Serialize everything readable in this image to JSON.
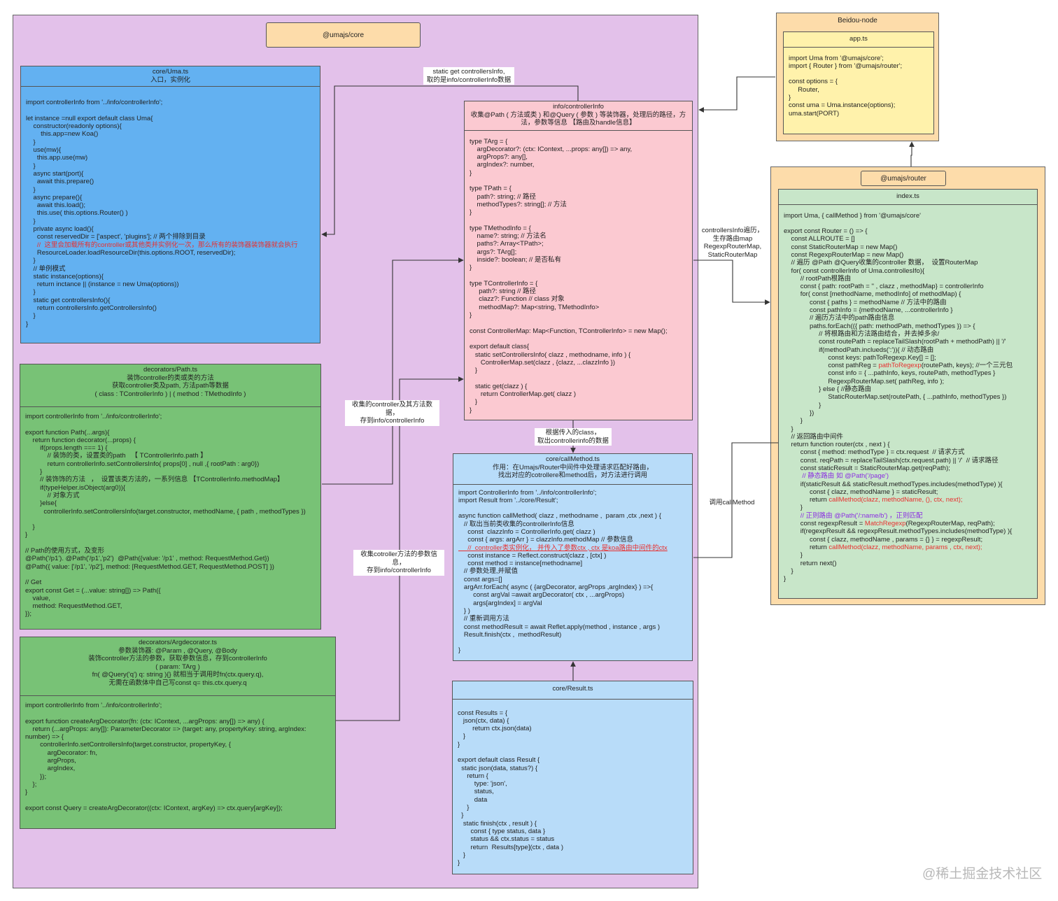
{
  "core": {
    "region_title": "@umajs/core",
    "uma": {
      "title": "core/Uma.ts\n入口，实例化",
      "code_a": "\nimport controllerInfo from '../info/controllerInfo';\n\nlet instance =null export default class Uma{\n    constructor(readonly options){\n        this.app=new Koa()\n    }\n    use(mw){\n      this.app.use(mw)\n    }\n    async start(port){\n      await this.prepare()\n    }\n    async prepare(){\n      await this.load();\n      this.use( this.options.Router() )\n    }\n    private async load(){\n      const reservedDir = ['aspect', 'plugins']; // 两个排除到目录",
      "code_red": "      //  这里会加载所有的controller或其他类并实例化一次，那么所有的装饰器装饰器就会执行",
      "code_b": "      ResourceLoader.loadResourceDir(this.options.ROOT, reservedDir);\n    }\n    // 单例模式\n    static instance(options){\n      return inctance || (instance = new Uma(options))\n    }\n    static get controllersInfo(){\n      return controllersInfo.getControllersInfo()\n    }\n}"
    },
    "path": {
      "title": "decorators/Path.ts\n装饰controller的类或类的方法\n获取controller类及path, 方法path等数据\n( class : TControllerInfo ) | ( method : TMethodInfo )",
      "code": "import controllerInfo from '../info/controllerInfo';\n\nexport function Path(...args){\n    return function decorator(...props) {\n        if(props.length === 1) {\n            // 装饰的类，设置类的path   【 TControllerInfo.path 】\n            return controllerInfo.setControllersInfo( props[0] , null ,{ rootPath : arg0})\n        }\n        // 装饰饰的方法   ，  设置该类方法的，一系列信息 【TControllerInfo.methodMap】\n        if(typeHelper.isObject(arg0)){\n            // 对象方式\n        }else{\n          controllerInfo.setControllersInfo(target.constructor, methodName, { path , methodTypes })\n\n    }\n}\n\n// Path的使用方式，及变形\n@Path('/p1'). @Path('/p1','p2')  @Path({value: '/p1' , method: RequestMethod.Get})\n@Path({ value: ['/p1', '/p2'], method: [RequestMethod.GET, RequestMethod.POST] })\n\n// Get\nexport const Get = (...value: string[]) => Path({\n    value,\n    method: RequestMethod.GET,\n});"
    },
    "argdecorator": {
      "title": "decorators/Argdecorator.ts\n参数装饰器: @Param , @Query, @Body\n装饰controller方法的参数，获取参数信息，存到controllerInfo\n( param: TArg )\nfn( @Query('q') q: string  ){}  就相当于调用时fn(ctx.query.q),\n无需在函数体中自己写const q= this.ctx.query.q",
      "code": "import controllerInfo from '../info/controllerInfo';\n\nexport function createArgDecorator(fn: (ctx: IContext, ...argProps: any[]) => any) {\n    return (...argProps: any[]): ParameterDecorator => (target: any, propertyKey: string, argIndex:\nnumber) => {\n        controllerInfo.setControllersInfo(target.constructor, propertyKey, {\n            argDecorator: fn,\n            argProps,\n            argIndex,\n        });\n    };\n}\n\nexport const Query = createArgDecorator((ctx: IContext, argKey) => ctx.query[argKey]);"
    },
    "controllerinfo": {
      "title": "info/controllerInfo\n收集@Path ( 方法或类 ) 和@Query ( 参数 ) 等装饰器，处理后的路径，方\n法，参数等信息 【路由及handle信息】",
      "code": "type TArg = {\n    argDecorator?: (ctx: IContext, ...props: any[]) => any,\n    argProps?: any[],\n    argIndex?: number,\n}\n\ntype TPath = {\n    path?: string; // 路径\n    methodTypes?: string[]; // 方法\n}\n\ntype TMethodInfo = {\n    name?: string; // 方法名\n    paths?: Array<TPath>;\n    args?: TArg[];\n    inside?: boolean; // 是否私有\n}\n\ntype TControllerInfo = {\n     path?: string // 路径\n     clazz?: Function // class 对象\n     methodMap?: Map<string, TMethodInfo>\n}\n\nconst ControllerMap: Map<Function, TControllerInfo> = new Map();\n\nexport default class{\n   static setControllersInfo( clazz , methodname, info ) {\n      ControllerMap.set(clazz , {clazz, ...clazzInfo })\n   }\n\n   static get(clazz ) {\n      return ControllerMap.get( clazz )\n   }\n}"
    },
    "callmethod": {
      "title": "core/callMethod.ts\n作用：在Umajs/Router中间件中处理请求匹配好路由，\n找出对应的cotrollere和method后，对方法进行调用",
      "code_a": "import ControllerInfo from '../info/controllerInfo';\nimport Result from '../core/Result';\n\nasync function callMethod( clazz , methodname ,  param ,ctx ,next ) {\n   // 取出当前类收集的controllerInfo信息\n     const  clazzInfo = ControllerInfo.get( clazz )\n     const { args: argArr } = clazzInfo.methodMap // 参数信息",
      "code_red": "     //  controller类实例化， 并传入了参数ctx , ctx 是koa路由中间件的ctx",
      "code_b": "     const instance = Reflect.construct(clazz , [ctx] )\n     const method = instance[methodname]\n   // 参数处理,并赋值\n   const args=[]\n   argArr.forEach( async ( {argDecorator, argProps ,argIndex} ) =>{\n        const argVal =await argDecorator( ctx , ...argProps)\n        args[argIndex] = argVal\n   } )\n   // 重新调用方法\n   const methodResult = await Reflet.apply(method , instance , args )\n   Result.finish(ctx ,  methodResult)\n\n}"
    },
    "result": {
      "title": "core/Result.ts",
      "code": "const Results = {\n   json(ctx, data) {\n        return ctx.json(data)\n   }\n}\n\nexport default class Result {\n  static json(data, status?) {\n     return {\n         type: 'json',\n         status,\n         data\n     }\n  }\n   static finish(ctx , result ) {\n       const { type status, data }\n       status && ctx.status = status\n       return  Results[type](ctx , data )\n   }\n}"
    }
  },
  "beidou": {
    "region_title": "Beidou-node",
    "app": {
      "title": "app.ts",
      "code": "import Uma from '@umajs/core';\nimport { Router } from '@umajs/router';\n\nconst options = {\n     Router,\n}\nconst uma = Uma.instance(options);\numa.start(PORT)"
    }
  },
  "router": {
    "region_title": "@umajs/router",
    "index": {
      "title": "index.ts",
      "line_import": "import Uma, { callMethod } from '@umajs/core'",
      "l1": "export const Router = () => {\n    const ALLROUTE = []\n    const StaticRouterMap = new Map()\n    const RegexpRouterMap = new Map()\n    // 遍历 @Path @Query收集的controller 数据，  设置RouterMap\n    for( const controllerInfo of Uma.controllesIfo){\n         // rootPath根路由\n         const { path: rootPath = '' , clazz , methodMap} = controllerInfo\n         for( const [methodName, methodInfo] of methodMap) {\n              const { paths } = methodName // 方法中的路由\n              const pathInfo = {methodName, ...controllerInfo }\n              // 遍历方法中的path路由信息\n              paths.forEach(({ path: methodPath, methodTypes }) => {\n                   // 将根路由和方法路由结合，并去掉多余/\n                   const routePath = replaceTailSlash(rootPath + methodPath) || '/'\n                   if(methodPath.inclueds(':')){ // 动态路由\n                        const keys: pathToRegexp.Key[] = [];",
      "l2a": "                        const pathReg = ",
      "l2red": "pathToRegexp",
      "l2b": "(routePath, keys); //一个三元包",
      "l3": "                        const info = { ...pathInfo, keys, routePath, methodTypes }\n                        RegexpRouterMap.set( pathReg, info );\n                   } else { //静态路由\n                        StaticRouterMap.set(routePath, { ...pathInfo, methodTypes })\n                   }\n              })\n         }\n    }\n    // 返回路由中间件\n    return function router(ctx , next ) {\n         const { method: methodType } = ctx.request  // 请求方式\n         const. reqPath = replaceTailSlash(ctx.request.path) || '/'  // 请求路径\n         const staticResult = StaticRouterMap.get(reqPath);",
      "l4": "          // 静态路由 如 @Path('/page')",
      "l5": "         if(staticResult && staticResult.methodTypes.includes(methodType) ){\n              const { clazz, methodName } = staticResult;",
      "l6a": "              return ",
      "l6red": "callMethod(clazz, methodName, (), ctx, next);",
      "l7": "         }",
      "l8": "         // 正则路由 @Path('/:name/b') ，正则匹配",
      "l9a": "         const regexpResult = ",
      "l9red": "MatchRegexp",
      "l9b": "(RegexpRouterMap, reqPath);",
      "l10": "         if(regexpResult && regexpResult.methodTypes.includes(methodType) ){\n              const { clazz, methodName , params = {} } = regexpResult;",
      "l11a": "              return ",
      "l11red": "callMethod(clazz, methodName, params , ctx, next);",
      "l12": "         }\n         return next()\n    }\n}"
    }
  },
  "edges": {
    "get_controllers": "static get controllersInfo,\n取的是info/controllerInfo数据",
    "collect_path": "收集的controller及其方法数据，\n存到info/controllerInfo",
    "collect_arg": "收集cotroller方法的参数信息，\n存到info/controllerInfo",
    "by_class": "根据传入的class，\n取出controllerinfo的数据",
    "traverse": "controllersInfo遍历，\n生存路由map\nRegexpRouterMap,\nStaticRouterMap",
    "call_method": "调用callMethod"
  },
  "watermark": "@稀土掘金技术社区"
}
